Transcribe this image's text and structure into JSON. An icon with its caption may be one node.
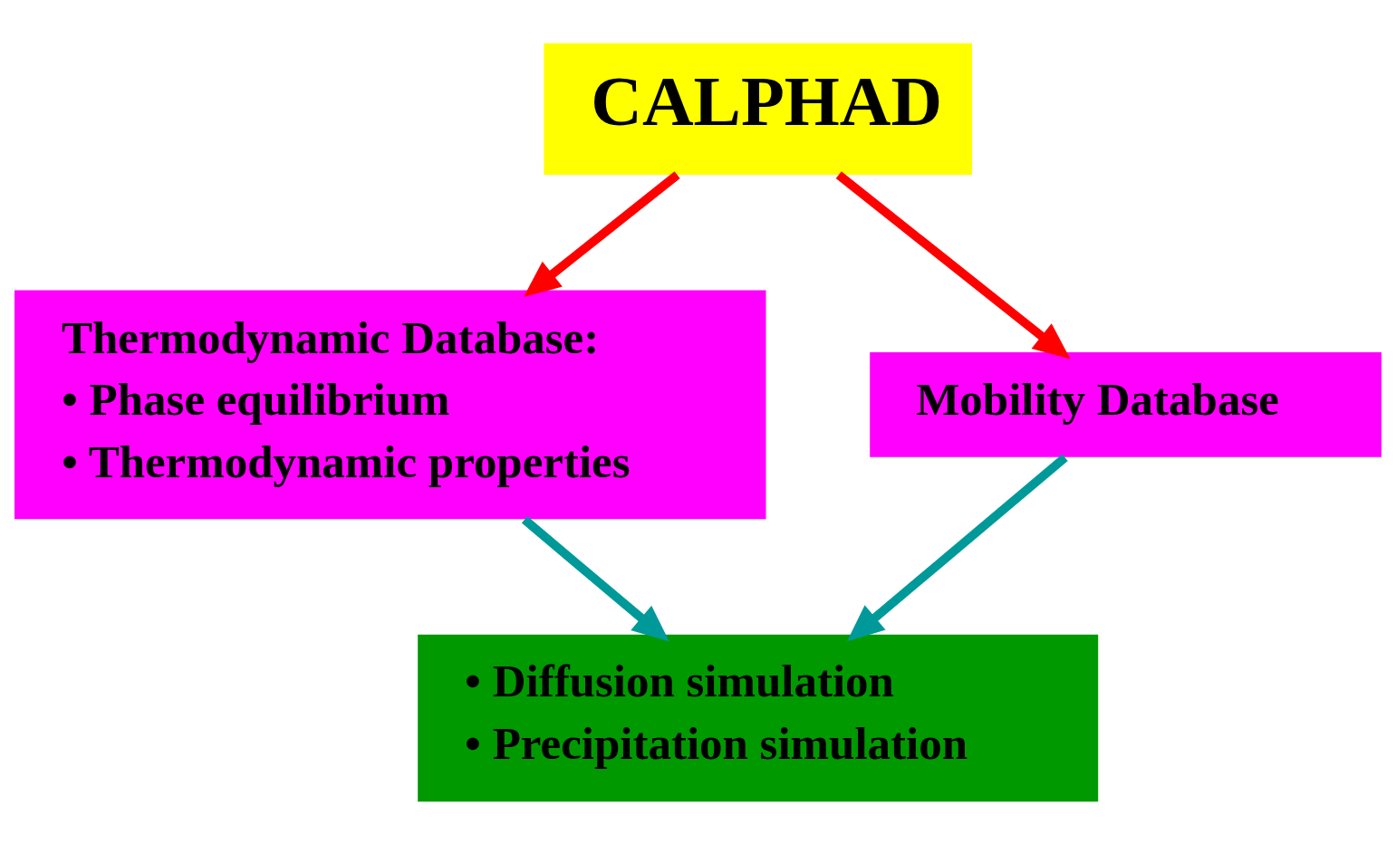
{
  "diagram": {
    "nodes": [
      {
        "text": [
          "CALPHAD"
        ]
      },
      {
        "text": [
          "Thermodynamic Database:",
          "• Phase equilibrium",
          "• Thermodynamic properties"
        ]
      },
      {
        "text": [
          "Mobility Database"
        ]
      },
      {
        "text": [
          "• Diffusion simulation",
          "• Precipitation simulation"
        ]
      }
    ],
    "edges": [
      {
        "from": 0,
        "to": 1,
        "arrow": "to"
      },
      {
        "from": 0,
        "to": 2,
        "arrow": "to"
      },
      {
        "from": 1,
        "to": 3,
        "arrow": "to",
        "color": "#009999"
      },
      {
        "from": 2,
        "to": 3,
        "arrow": "to",
        "color": "#009999"
      }
    ]
  }
}
